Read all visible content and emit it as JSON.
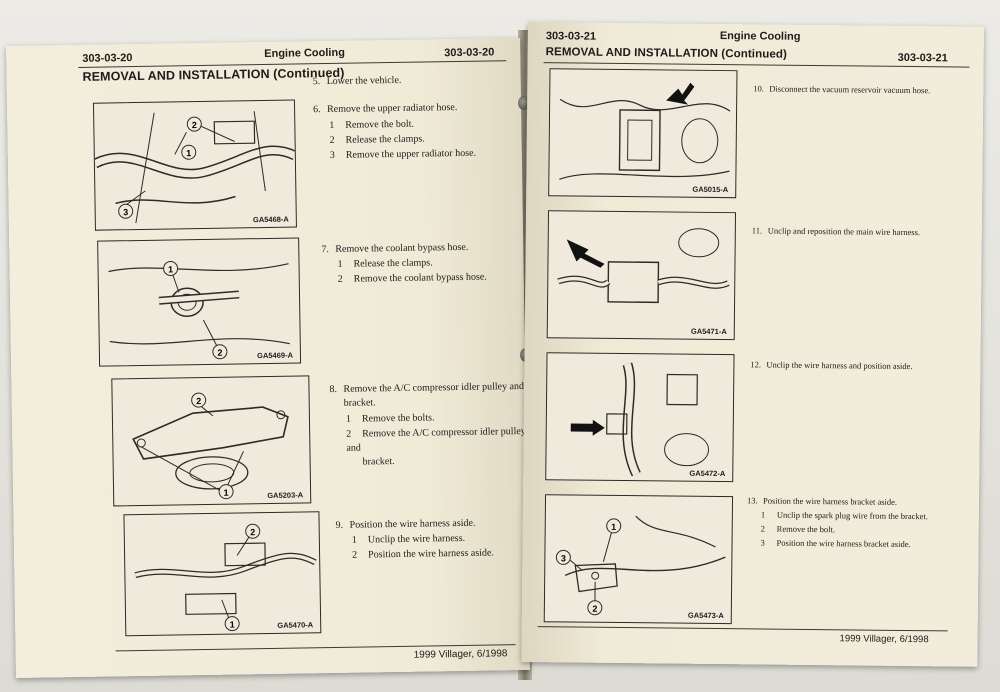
{
  "left_page": {
    "header": {
      "page_left": "303-03-20",
      "chapter": "Engine Cooling",
      "page_right": "303-03-20"
    },
    "section_title": "REMOVAL AND INSTALLATION (Continued)",
    "figures": [
      {
        "code": "GA5468-A",
        "callouts": [
          "1",
          "2",
          "3"
        ]
      },
      {
        "code": "GA5469-A",
        "callouts": [
          "1",
          "2"
        ]
      },
      {
        "code": "GA5203-A",
        "callouts": [
          "1",
          "2"
        ]
      },
      {
        "code": "GA5470-A",
        "callouts": [
          "1",
          "2"
        ]
      }
    ],
    "steps": [
      {
        "num": "5.",
        "text": "Lower the vehicle.",
        "subs": []
      },
      {
        "num": "6.",
        "text": "Remove the upper radiator hose.",
        "subs": [
          {
            "n": "1",
            "t": "Remove the bolt."
          },
          {
            "n": "2",
            "t": "Release the clamps."
          },
          {
            "n": "3",
            "t": "Remove the upper radiator hose."
          }
        ]
      },
      {
        "num": "7.",
        "text": "Remove the coolant bypass hose.",
        "subs": [
          {
            "n": "1",
            "t": "Release the clamps."
          },
          {
            "n": "2",
            "t": "Remove the coolant bypass hose."
          }
        ]
      },
      {
        "num": "8.",
        "text": "Remove the A/C compressor idler pulley and",
        "text2": "bracket.",
        "subs": [
          {
            "n": "1",
            "t": "Remove the bolts."
          },
          {
            "n": "2",
            "t": "Remove the A/C compressor idler pulley and",
            "t2": "bracket."
          }
        ]
      },
      {
        "num": "9.",
        "text": "Position the wire harness aside.",
        "subs": [
          {
            "n": "1",
            "t": "Unclip the wire harness."
          },
          {
            "n": "2",
            "t": "Position the wire harness aside."
          }
        ]
      }
    ],
    "footer": "1999 Villager, 6/1998"
  },
  "right_page": {
    "header": {
      "page_left": "303-03-21",
      "chapter": "Engine Cooling",
      "page_right": "303-03-21"
    },
    "section_title": "REMOVAL AND INSTALLATION (Continued)",
    "figures": [
      {
        "code": "GA5015-A",
        "callouts": []
      },
      {
        "code": "GA5471-A",
        "callouts": []
      },
      {
        "code": "GA5472-A",
        "callouts": []
      },
      {
        "code": "GA5473-A",
        "callouts": [
          "1",
          "2",
          "3"
        ]
      }
    ],
    "steps": [
      {
        "num": "10.",
        "text": "Disconnect the vacuum reservoir vacuum hose.",
        "subs": []
      },
      {
        "num": "11.",
        "text": "Unclip and reposition the main wire harness.",
        "subs": []
      },
      {
        "num": "12.",
        "text": "Unclip the wire harness and position aside.",
        "subs": []
      },
      {
        "num": "13.",
        "text": "Position the wire harness bracket aside.",
        "subs": [
          {
            "n": "1",
            "t": "Unclip the spark plug wire from the bracket."
          },
          {
            "n": "2",
            "t": "Remove the bolt."
          },
          {
            "n": "3",
            "t": "Position the wire harness bracket aside."
          }
        ]
      }
    ],
    "footer": "1999 Villager, 6/1998"
  }
}
